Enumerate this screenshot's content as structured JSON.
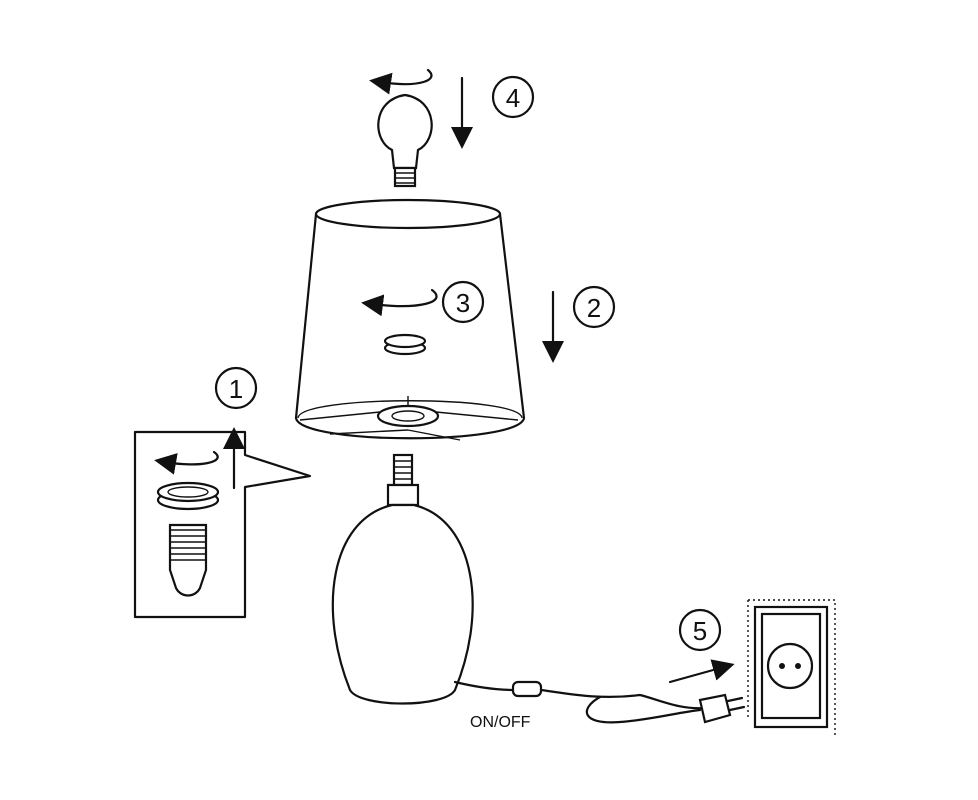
{
  "steps": [
    {
      "number": "1",
      "action": "unscrew-ring-and-lift"
    },
    {
      "number": "2",
      "action": "lower-shade"
    },
    {
      "number": "3",
      "action": "screw-ring"
    },
    {
      "number": "4",
      "action": "screw-bulb"
    },
    {
      "number": "5",
      "action": "plug-in"
    }
  ],
  "switch_label": "ON/OFF"
}
